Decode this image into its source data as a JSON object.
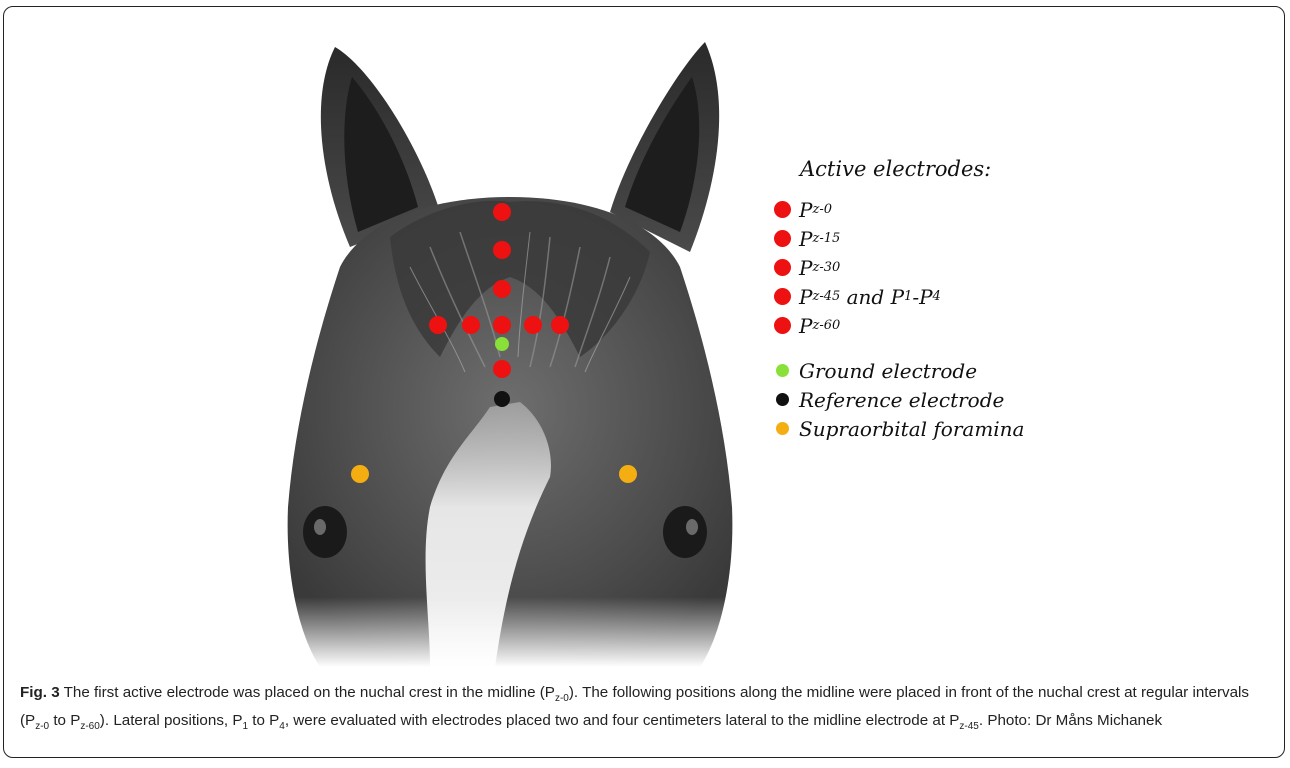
{
  "figure": {
    "label": "Fig. 3",
    "caption": {
      "s1_text": "The first active electrode was placed on the nuchal crest in the midline (P",
      "s1_sub": "z-0",
      "s1_end": ").",
      "s2_text": "The following positions along the midline were placed in front of the nuchal crest at regular intervals (P",
      "s2_sub_a": "z-0",
      "s2_mid": " to P",
      "s2_sub_b": "z-60",
      "s2_end": ").",
      "s3_text": "Lateral positions, P",
      "s3_sub_a": "1",
      "s3_mid": " to P",
      "s3_sub_b": "4",
      "s3_rest": ", were evaluated with electrodes placed two and four centimeters lateral to the midline electrode at P",
      "s3_sub_c": "z-45",
      "s3_end": ".",
      "credit": "Photo: Dr Måns Michanek"
    }
  },
  "legend": {
    "title": "Active electrodes:",
    "active": [
      {
        "p": "P",
        "sub": "z-0",
        "suffix": "",
        "color": "#ee1111"
      },
      {
        "p": "P",
        "sub": "z-15",
        "suffix": "",
        "color": "#ee1111"
      },
      {
        "p": "P",
        "sub": "z-30",
        "suffix": "",
        "color": "#ee1111"
      },
      {
        "p": "P",
        "sub": "z-45",
        "suffix": " and P",
        "sub2": "1",
        "suffix2": "-P",
        "sub3": "4",
        "color": "#ee1111"
      },
      {
        "p": "P",
        "sub": "z-60",
        "suffix": "",
        "color": "#ee1111"
      }
    ],
    "ground": {
      "label": "Ground electrode",
      "color": "#88e038"
    },
    "reference": {
      "label": "Reference electrode",
      "color": "#111111"
    },
    "supraorbital": {
      "label": "Supraorbital foramina",
      "color": "#f4ae11"
    }
  },
  "photo": {
    "subject": "horse-head-front-view",
    "colors": {
      "active": "#ee1111",
      "ground": "#88e038",
      "reference": "#111111",
      "foramina": "#f4ae11"
    }
  }
}
